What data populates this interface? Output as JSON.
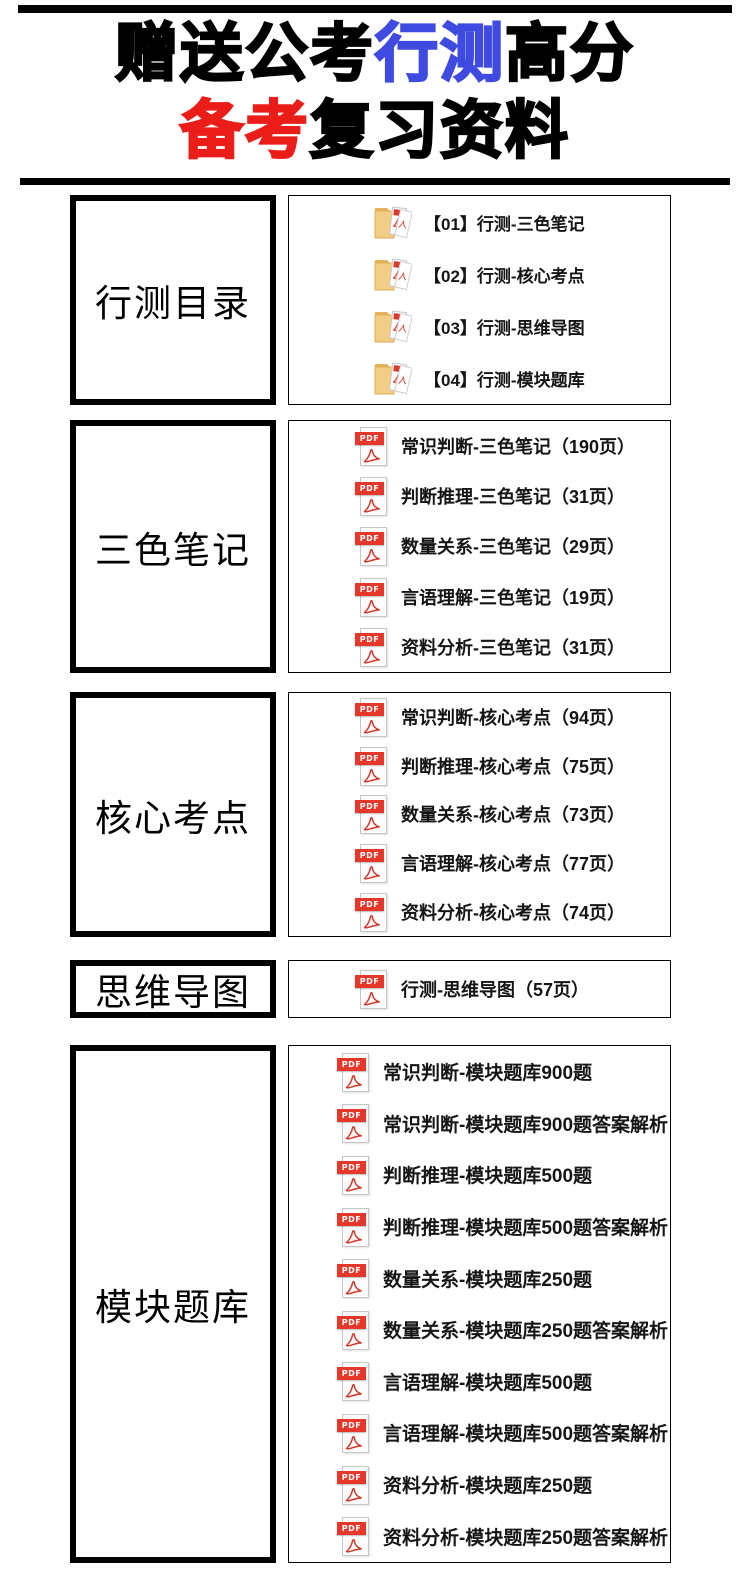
{
  "title": {
    "line1": {
      "seg_black1": "赠送公考",
      "seg_blue": "行测",
      "seg_black2": "高分"
    },
    "line2": {
      "seg_red": "备考",
      "seg_black": "复习资料"
    }
  },
  "colors": {
    "accent_blue": "#3f4be0",
    "accent_red": "#ea1d18",
    "pdf_red": "#e5382a",
    "folder_yellow": "#f2cd85",
    "border_black": "#000000"
  },
  "icons": {
    "pdf_label": "PDF",
    "pdf_icon": "pdf-icon",
    "folder_icon": "folder-icon"
  },
  "sections": [
    {
      "label": "行测目录",
      "items": [
        "【01】行测-三色笔记",
        "【02】行测-核心考点",
        "【03】行测-思维导图",
        "【04】行测-模块题库"
      ]
    },
    {
      "label": "三色笔记",
      "items": [
        "常识判断-三色笔记（190页）",
        "判断推理-三色笔记（31页）",
        "数量关系-三色笔记（29页）",
        "言语理解-三色笔记（19页）",
        "资料分析-三色笔记（31页）"
      ]
    },
    {
      "label": "核心考点",
      "items": [
        "常识判断-核心考点（94页）",
        "判断推理-核心考点（75页）",
        "数量关系-核心考点（73页）",
        "言语理解-核心考点（77页）",
        "资料分析-核心考点（74页）"
      ]
    },
    {
      "label": "思维导图",
      "items": [
        "行测-思维导图（57页）"
      ]
    },
    {
      "label": "模块题库",
      "items": [
        "常识判断-模块题库900题",
        "常识判断-模块题库900题答案解析",
        "判断推理-模块题库500题",
        "判断推理-模块题库500题答案解析",
        "数量关系-模块题库250题",
        "数量关系-模块题库250题答案解析",
        "言语理解-模块题库500题",
        "言语理解-模块题库500题答案解析",
        "资料分析-模块题库250题",
        "资料分析-模块题库250题答案解析"
      ]
    }
  ]
}
